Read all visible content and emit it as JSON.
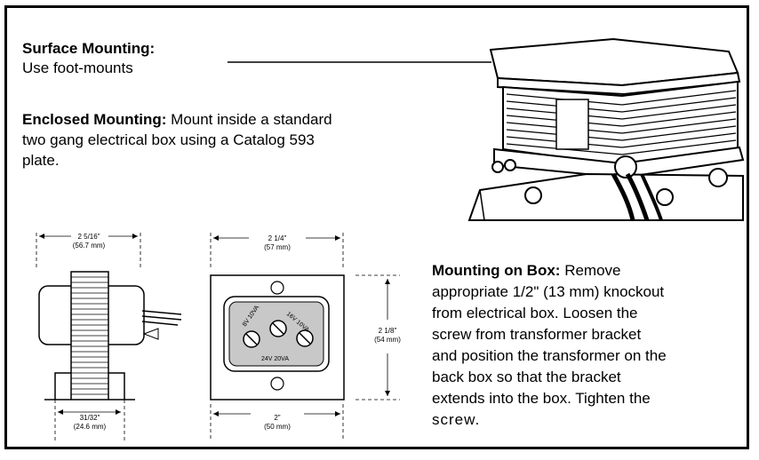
{
  "surface": {
    "heading": "Surface Mounting:",
    "body": "Use foot-mounts"
  },
  "enclosed": {
    "heading": "Enclosed Mounting:",
    "line1": " Mount inside a standard",
    "line2": "two gang electrical box using a Catalog 593",
    "line3": "plate."
  },
  "box": {
    "heading": "Mounting on Box:",
    "line1": " Remove",
    "line2": "appropriate 1/2\" (13 mm) knockout",
    "line3": "from electrical box.  Loosen the",
    "line4": "screw from transformer bracket",
    "line5": "and position the transformer on the",
    "line6": "back box so that the bracket",
    "line7": "extends into the box.  Tighten the",
    "line8": "screw."
  },
  "dims": {
    "side_width": "2 5/16\"",
    "side_width_mm": "(56.7 mm)",
    "side_foot": "31/32\"",
    "side_foot_mm": "(24.6 mm)",
    "front_width": "2 1/4\"",
    "front_width_mm": "(57 mm)",
    "front_height": "2 1/8\"",
    "front_height_mm": "(54 mm)",
    "front_base": "2\"",
    "front_base_mm": "(50 mm)"
  },
  "terminals": {
    "t1": "8V 10VA",
    "t2": "16V 10VA",
    "t3": "24V 20VA"
  }
}
